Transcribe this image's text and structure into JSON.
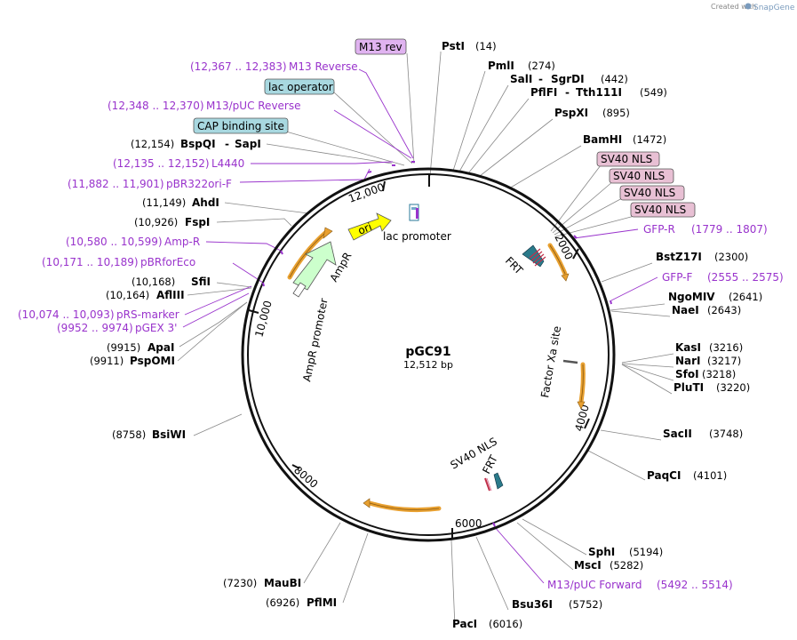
{
  "credit": {
    "prefix": "Created with",
    "brand": "SnapGene"
  },
  "plasmid": {
    "name": "pGC91",
    "size_label": "12,512 bp"
  },
  "ruler_ticks": [
    "2000",
    "4000",
    "6000",
    "8000",
    "10,000",
    "12,000"
  ],
  "features": [
    {
      "label": "ori",
      "color": "#ffff00"
    },
    {
      "label": "lac promoter"
    },
    {
      "label": "AmpR",
      "color": "#ccffcc"
    },
    {
      "label": "AmpR promoter"
    },
    {
      "label": "FRT"
    },
    {
      "label": "Factor Xa site"
    },
    {
      "label": "SV40 NLS"
    },
    {
      "label": "FRT"
    }
  ],
  "boxed_labels": [
    {
      "label": "M13 rev",
      "color": "#e0b3f0"
    },
    {
      "label": "lac operator",
      "color": "#a8d8e0"
    },
    {
      "label": "CAP binding site",
      "color": "#a8d8e0"
    },
    {
      "label": "SV40 NLS",
      "color": "#e8c0d4"
    },
    {
      "label": "SV40 NLS",
      "color": "#e8c0d4"
    },
    {
      "label": "SV40 NLS",
      "color": "#e8c0d4"
    },
    {
      "label": "SV40 NLS",
      "color": "#e8c0d4"
    }
  ],
  "right_sites": [
    {
      "name": "PstI",
      "pos": "(14)"
    },
    {
      "name": "PmlI",
      "pos": "(274)"
    },
    {
      "name": "SalI",
      "name2": "SgrDI",
      "pos": "(442)"
    },
    {
      "name": "PflFI",
      "name2": "Tth111I",
      "pos": "(549)"
    },
    {
      "name": "PspXI",
      "pos": "(895)"
    },
    {
      "name": "BamHI",
      "pos": "(1472)"
    },
    {
      "name": "BstZ17I",
      "pos": "(2300)"
    },
    {
      "name": "NgoMIV",
      "pos": "(2641)"
    },
    {
      "name": "NaeI",
      "pos": "(2643)"
    },
    {
      "name": "KasI",
      "pos": "(3216)"
    },
    {
      "name": "NarI",
      "pos": "(3217)"
    },
    {
      "name": "SfoI",
      "pos": "(3218)"
    },
    {
      "name": "PluTI",
      "pos": "(3220)"
    },
    {
      "name": "SacII",
      "pos": "(3748)"
    },
    {
      "name": "PaqCI",
      "pos": "(4101)"
    },
    {
      "name": "SphI",
      "pos": "(5194)"
    },
    {
      "name": "MscI",
      "pos": "(5282)"
    },
    {
      "name": "Bsu36I",
      "pos": "(5752)"
    },
    {
      "name": "PacI",
      "pos": "(6016)"
    }
  ],
  "left_sites": [
    {
      "name": "BspQI",
      "name2": "SapI",
      "pos": "(12,154)"
    },
    {
      "name": "AhdI",
      "pos": "(11,149)"
    },
    {
      "name": "FspI",
      "pos": "(10,926)"
    },
    {
      "name": "SfiI",
      "pos": "(10,168)"
    },
    {
      "name": "AflIII",
      "pos": "(10,164)"
    },
    {
      "name": "ApaI",
      "pos": "(9915)"
    },
    {
      "name": "PspOMI",
      "pos": "(9911)"
    },
    {
      "name": "BsiWI",
      "pos": "(8758)"
    },
    {
      "name": "MauBI",
      "pos": "(7230)"
    },
    {
      "name": "PflMI",
      "pos": "(6926)"
    }
  ],
  "primers_right": [
    {
      "name": "GFP-R",
      "range": "(1779 .. 1807)"
    },
    {
      "name": "GFP-F",
      "range": "(2555 .. 2575)"
    },
    {
      "name": "M13/pUC Forward",
      "range": "(5492 .. 5514)"
    }
  ],
  "primers_left": [
    {
      "name": "M13 Reverse",
      "range": "(12,367 .. 12,383)"
    },
    {
      "name": "M13/pUC Reverse",
      "range": "(12,348 .. 12,370)"
    },
    {
      "name": "L4440",
      "range": "(12,135 .. 12,152)"
    },
    {
      "name": "pBR322ori-F",
      "range": "(11,882 .. 11,901)"
    },
    {
      "name": "Amp-R",
      "range": "(10,580 .. 10,599)"
    },
    {
      "name": "pBRforEco",
      "range": "(10,171 .. 10,189)"
    },
    {
      "name": "pRS-marker",
      "range": "(10,074 .. 10,093)"
    },
    {
      "name": "pGEX 3'",
      "range": "(9952 .. 9974)"
    }
  ],
  "colors": {
    "primer": "#9933cc",
    "orf_arrow": "#e8a030"
  }
}
